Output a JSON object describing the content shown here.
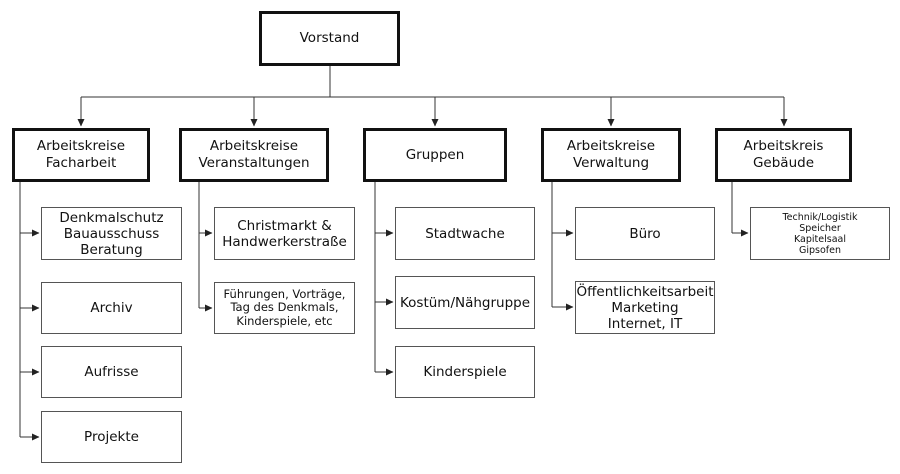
{
  "root": {
    "label": "Vorstand"
  },
  "groups": [
    {
      "label": "Arbeitskreise\nFacharbeit",
      "items": [
        "Denkmalschutz\nBauausschuss\nBeratung",
        "Archiv",
        "Aufrisse",
        "Projekte"
      ]
    },
    {
      "label": "Arbeitskreise\nVeranstaltungen",
      "items": [
        "Christmarkt &\nHandwerkerstraße",
        "Führungen, Vorträge,\nTag des Denkmals,\nKinderspiele, etc"
      ]
    },
    {
      "label": "Gruppen",
      "items": [
        "Stadtwache",
        "Kostüm/Nähgruppe",
        "Kinderspiele"
      ]
    },
    {
      "label": "Arbeitskreise\nVerwaltung",
      "items": [
        "Büro",
        "Öffentlichkeitsarbeit\nMarketing\nInternet, IT"
      ]
    },
    {
      "label": "Arbeitskreis\nGebäude",
      "items": [
        "Technik/Logistik\nSpeicher\nKapitelsaal\nGipsofen"
      ]
    }
  ]
}
